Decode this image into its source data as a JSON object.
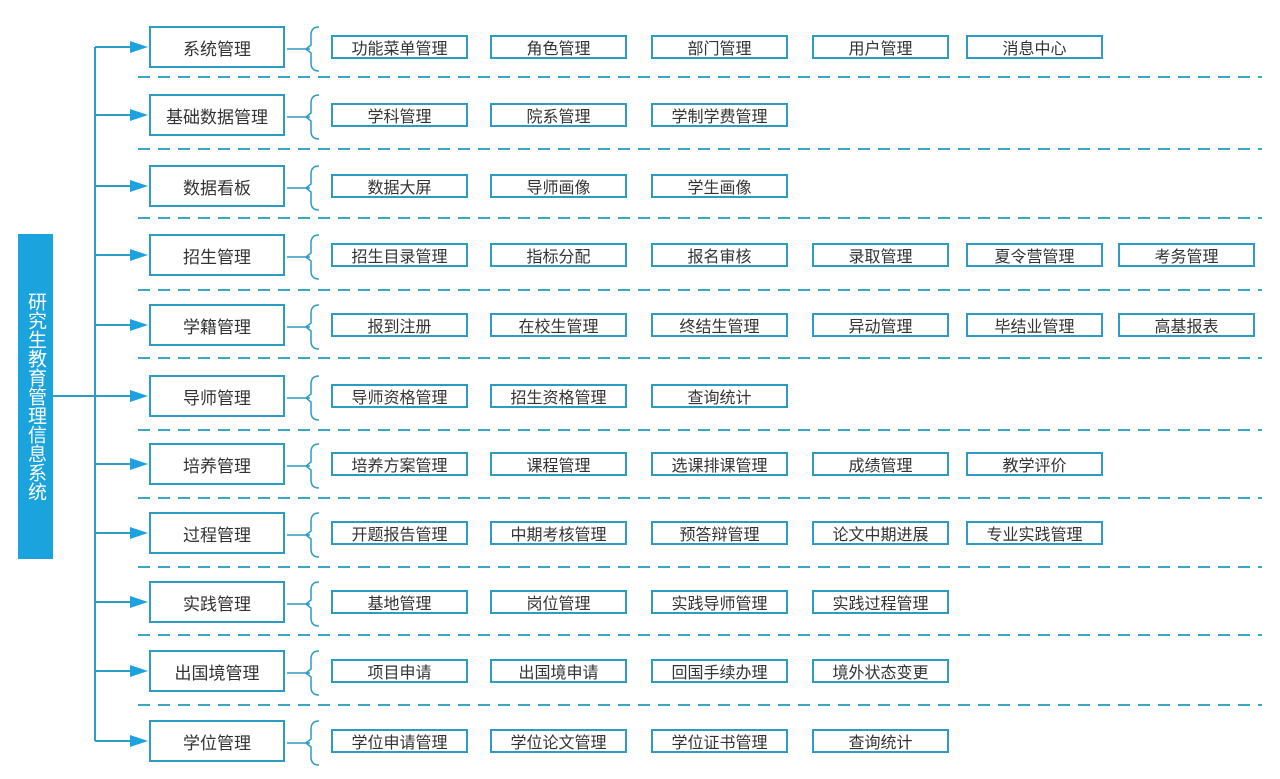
{
  "title": "研究生教育管理信息系统",
  "colors": {
    "accent": "#1aa3dc",
    "border": "#2d9cc2"
  },
  "modules": [
    {
      "label": "系统管理",
      "items": [
        "功能菜单管理",
        "角色管理",
        "部门管理",
        "用户管理",
        "消息中心"
      ]
    },
    {
      "label": "基础数据管理",
      "items": [
        "学科管理",
        "院系管理",
        "学制学费管理"
      ]
    },
    {
      "label": "数据看板",
      "items": [
        "数据大屏",
        "导师画像",
        "学生画像"
      ]
    },
    {
      "label": "招生管理",
      "items": [
        "招生目录管理",
        "指标分配",
        "报名审核",
        "录取管理",
        "夏令营管理",
        "考务管理"
      ]
    },
    {
      "label": "学籍管理",
      "items": [
        "报到注册",
        "在校生管理",
        "终结生管理",
        "异动管理",
        "毕结业管理",
        "高基报表"
      ]
    },
    {
      "label": "导师管理",
      "items": [
        "导师资格管理",
        "招生资格管理",
        "查询统计"
      ]
    },
    {
      "label": "培养管理",
      "items": [
        "培养方案管理",
        "课程管理",
        "选课排课管理",
        "成绩管理",
        "教学评价"
      ]
    },
    {
      "label": "过程管理",
      "items": [
        "开题报告管理",
        "中期考核管理",
        "预答辩管理",
        "论文中期进展",
        "专业实践管理"
      ]
    },
    {
      "label": "实践管理",
      "items": [
        "基地管理",
        "岗位管理",
        "实践导师管理",
        "实践过程管理"
      ]
    },
    {
      "label": "出国境管理",
      "items": [
        "项目申请",
        "出国境申请",
        "回国手续办理",
        "境外状态变更"
      ]
    },
    {
      "label": "学位管理",
      "items": [
        "学位申请管理",
        "学位论文管理",
        "学位证书管理",
        "查询统计"
      ]
    }
  ]
}
